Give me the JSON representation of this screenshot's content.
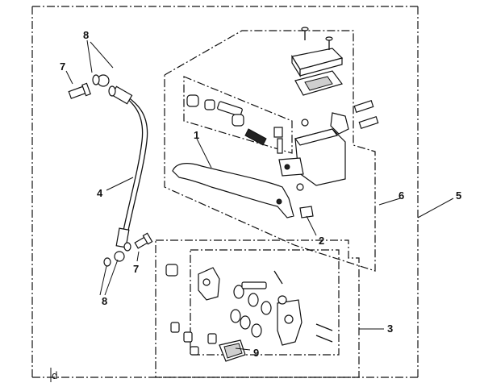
{
  "callouts": {
    "c1": "1",
    "c2": "2",
    "c3": "3",
    "c4": "4",
    "c5": "5",
    "c6": "6",
    "c7a": "7",
    "c7b": "7",
    "c8a": "8",
    "c8b": "8",
    "c9": "9"
  },
  "corner_mark": "d"
}
